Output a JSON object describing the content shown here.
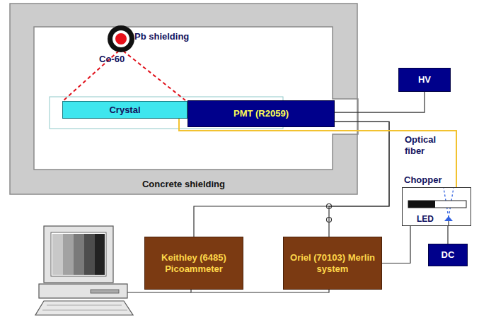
{
  "diagram": {
    "nodes": [
      {
        "text": [
          "Concrete shielding"
        ]
      },
      {
        "text": [
          "Crystal"
        ],
        "in": 0
      },
      {
        "text": [
          "PMT (R2059)"
        ],
        "in": 0
      },
      {
        "text": [
          "HV"
        ]
      },
      {
        "text": [
          "Chopper",
          "LED"
        ]
      },
      {
        "text": [
          "DC"
        ]
      },
      {
        "text": [
          "Keithley (6485) Picoammeter"
        ]
      },
      {
        "text": [
          "Oriel (70103) Merlin system"
        ]
      }
    ],
    "edges": [
      {
        "from": 2,
        "to": 3,
        "arrow": "none"
      },
      {
        "from": 2,
        "to": 6,
        "arrow": "none"
      },
      {
        "from": 2,
        "to": 7,
        "arrow": "none"
      },
      {
        "from": 4,
        "to": 1,
        "arrow": "none"
      },
      {
        "from": 4,
        "to": 7,
        "arrow": "none"
      },
      {
        "from": 4,
        "to": 5,
        "arrow": "none"
      }
    ],
    "labels": [
      "Pb shielding",
      "Co-60",
      "Optical fiber"
    ]
  }
}
